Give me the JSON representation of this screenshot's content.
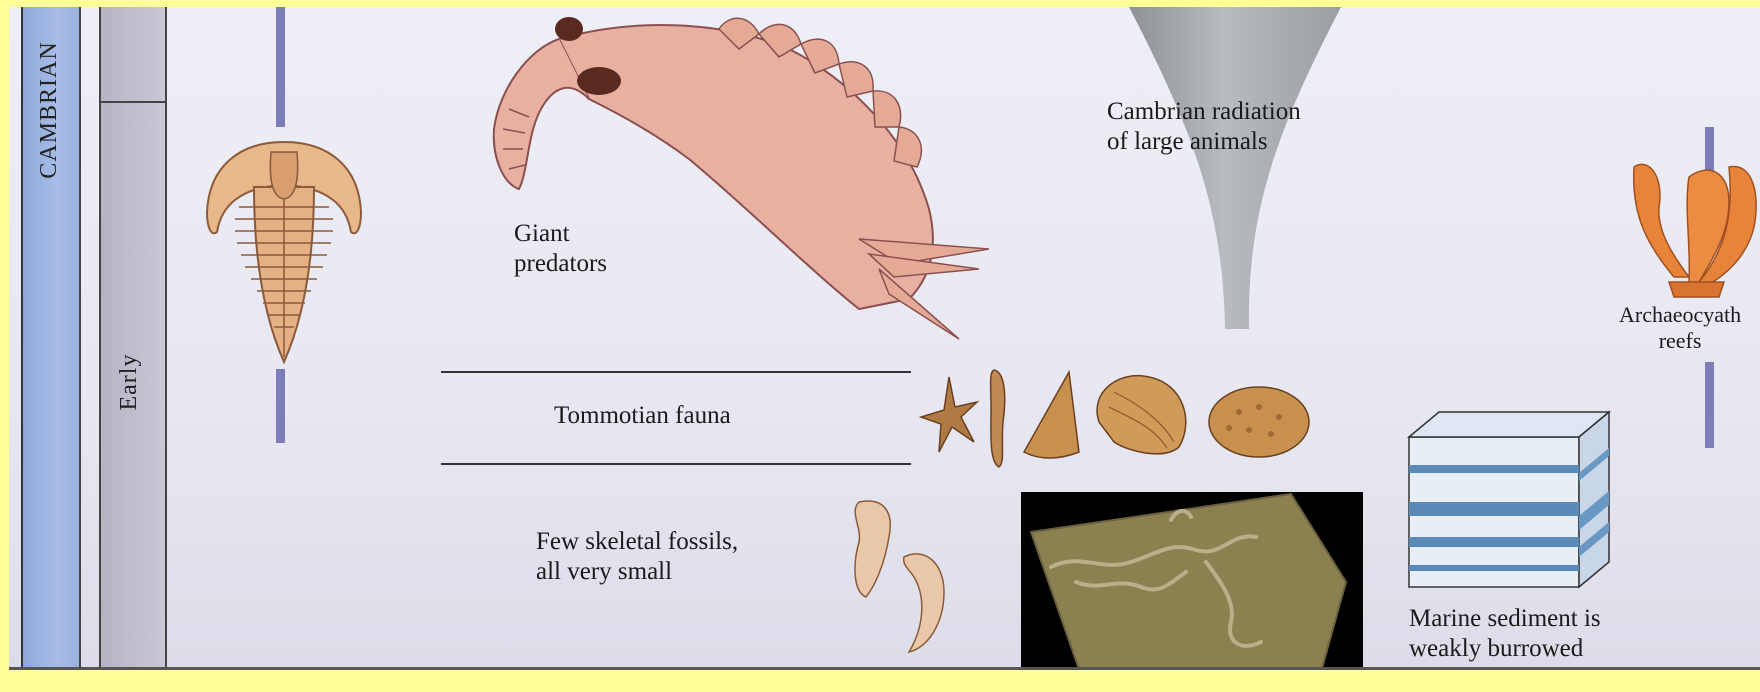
{
  "era_label": "CAMBRIAN",
  "subperiod_label": "Early",
  "labels": {
    "giant_predators": [
      "Giant",
      "predators"
    ],
    "cambrian_radiation": [
      "Cambrian radiation",
      "of large animals"
    ],
    "tommotian_fauna": "Tommotian fauna",
    "few_skeletal": [
      "Few skeletal fossils,",
      "all very small"
    ],
    "archaeocyath": [
      "Archaeocyath",
      "reefs"
    ],
    "marine_sediment": [
      "Marine sediment is",
      "weakly burrowed"
    ]
  },
  "colors": {
    "background": "#ffff99",
    "era_column": "#a6bce6",
    "timeline_bar": "#7d7db8",
    "fossil": "#c8905a",
    "reef": "#e8843a",
    "sediment_blue": "#5a8ab8"
  },
  "icons": [
    "trilobite-icon",
    "anomalocaris-icon",
    "tommotian-fossils-icon",
    "small-fossils-icon",
    "trace-fossil-photo",
    "sediment-block-icon",
    "archaeocyath-reef-icon"
  ]
}
